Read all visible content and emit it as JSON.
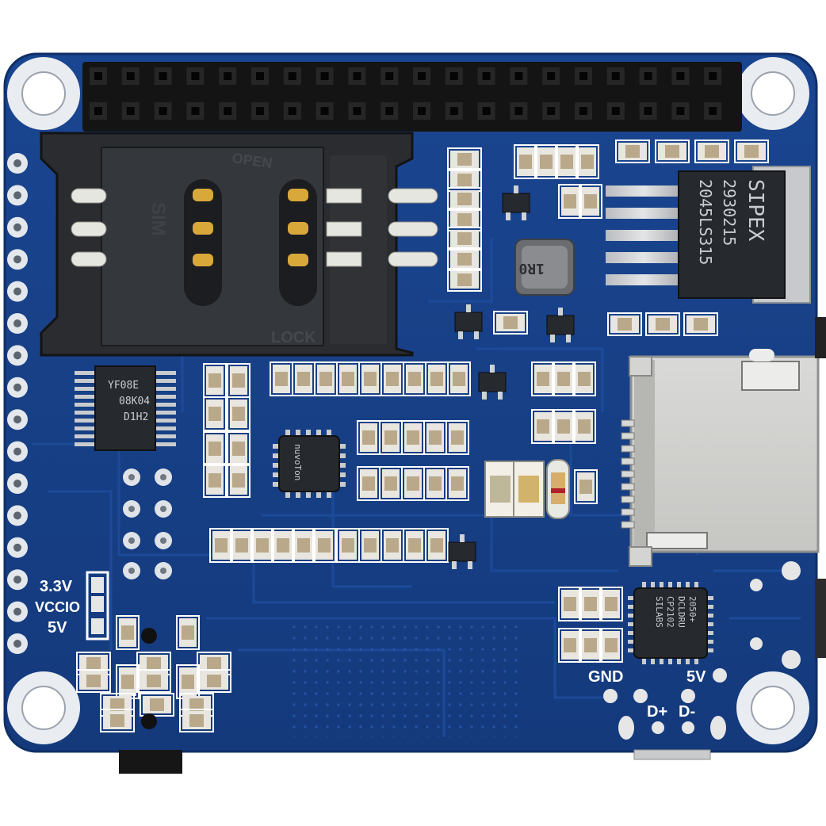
{
  "colors": {
    "pcb": "#173f86",
    "pcb_edge": "#0f2f68",
    "trace": "#1d4b99",
    "header": "#141414",
    "silkscreen": "#ffffff",
    "gold": "#d8a83a",
    "chip": "#26292e",
    "smd_body": "#b9a98a"
  },
  "silkscreen": {
    "label_33v": "3.3V",
    "label_vccio": "VCCIO",
    "label_5v_left": "5V",
    "label_gnd": "GND",
    "label_5v_usb": "5V",
    "label_dplus": "D+",
    "label_dminus": "D-"
  },
  "sim_holder": {
    "open_mark": "OPEN",
    "lock_mark": "LOCK",
    "sim_mark": "SIM"
  },
  "chips": {
    "sipex": {
      "line1": "SIPEX",
      "line2": "2930215",
      "line3": "2045LS315"
    },
    "ti": {
      "line1": "YF08E",
      "line2": "08K04",
      "line3": "D1H2"
    },
    "nuvoton": {
      "line1": "nuvoTon"
    },
    "silabs": {
      "line1": "2050+",
      "line2": "DCLDRU",
      "line3": "CP2102",
      "line4": "SILABS"
    },
    "inductor": {
      "line1": "1R0"
    }
  },
  "icons": [
    "mounting-hole-icon",
    "pin-header-icon",
    "sim-card-holder-icon",
    "micro-sd-slot-icon",
    "usb-connector-icon"
  ]
}
